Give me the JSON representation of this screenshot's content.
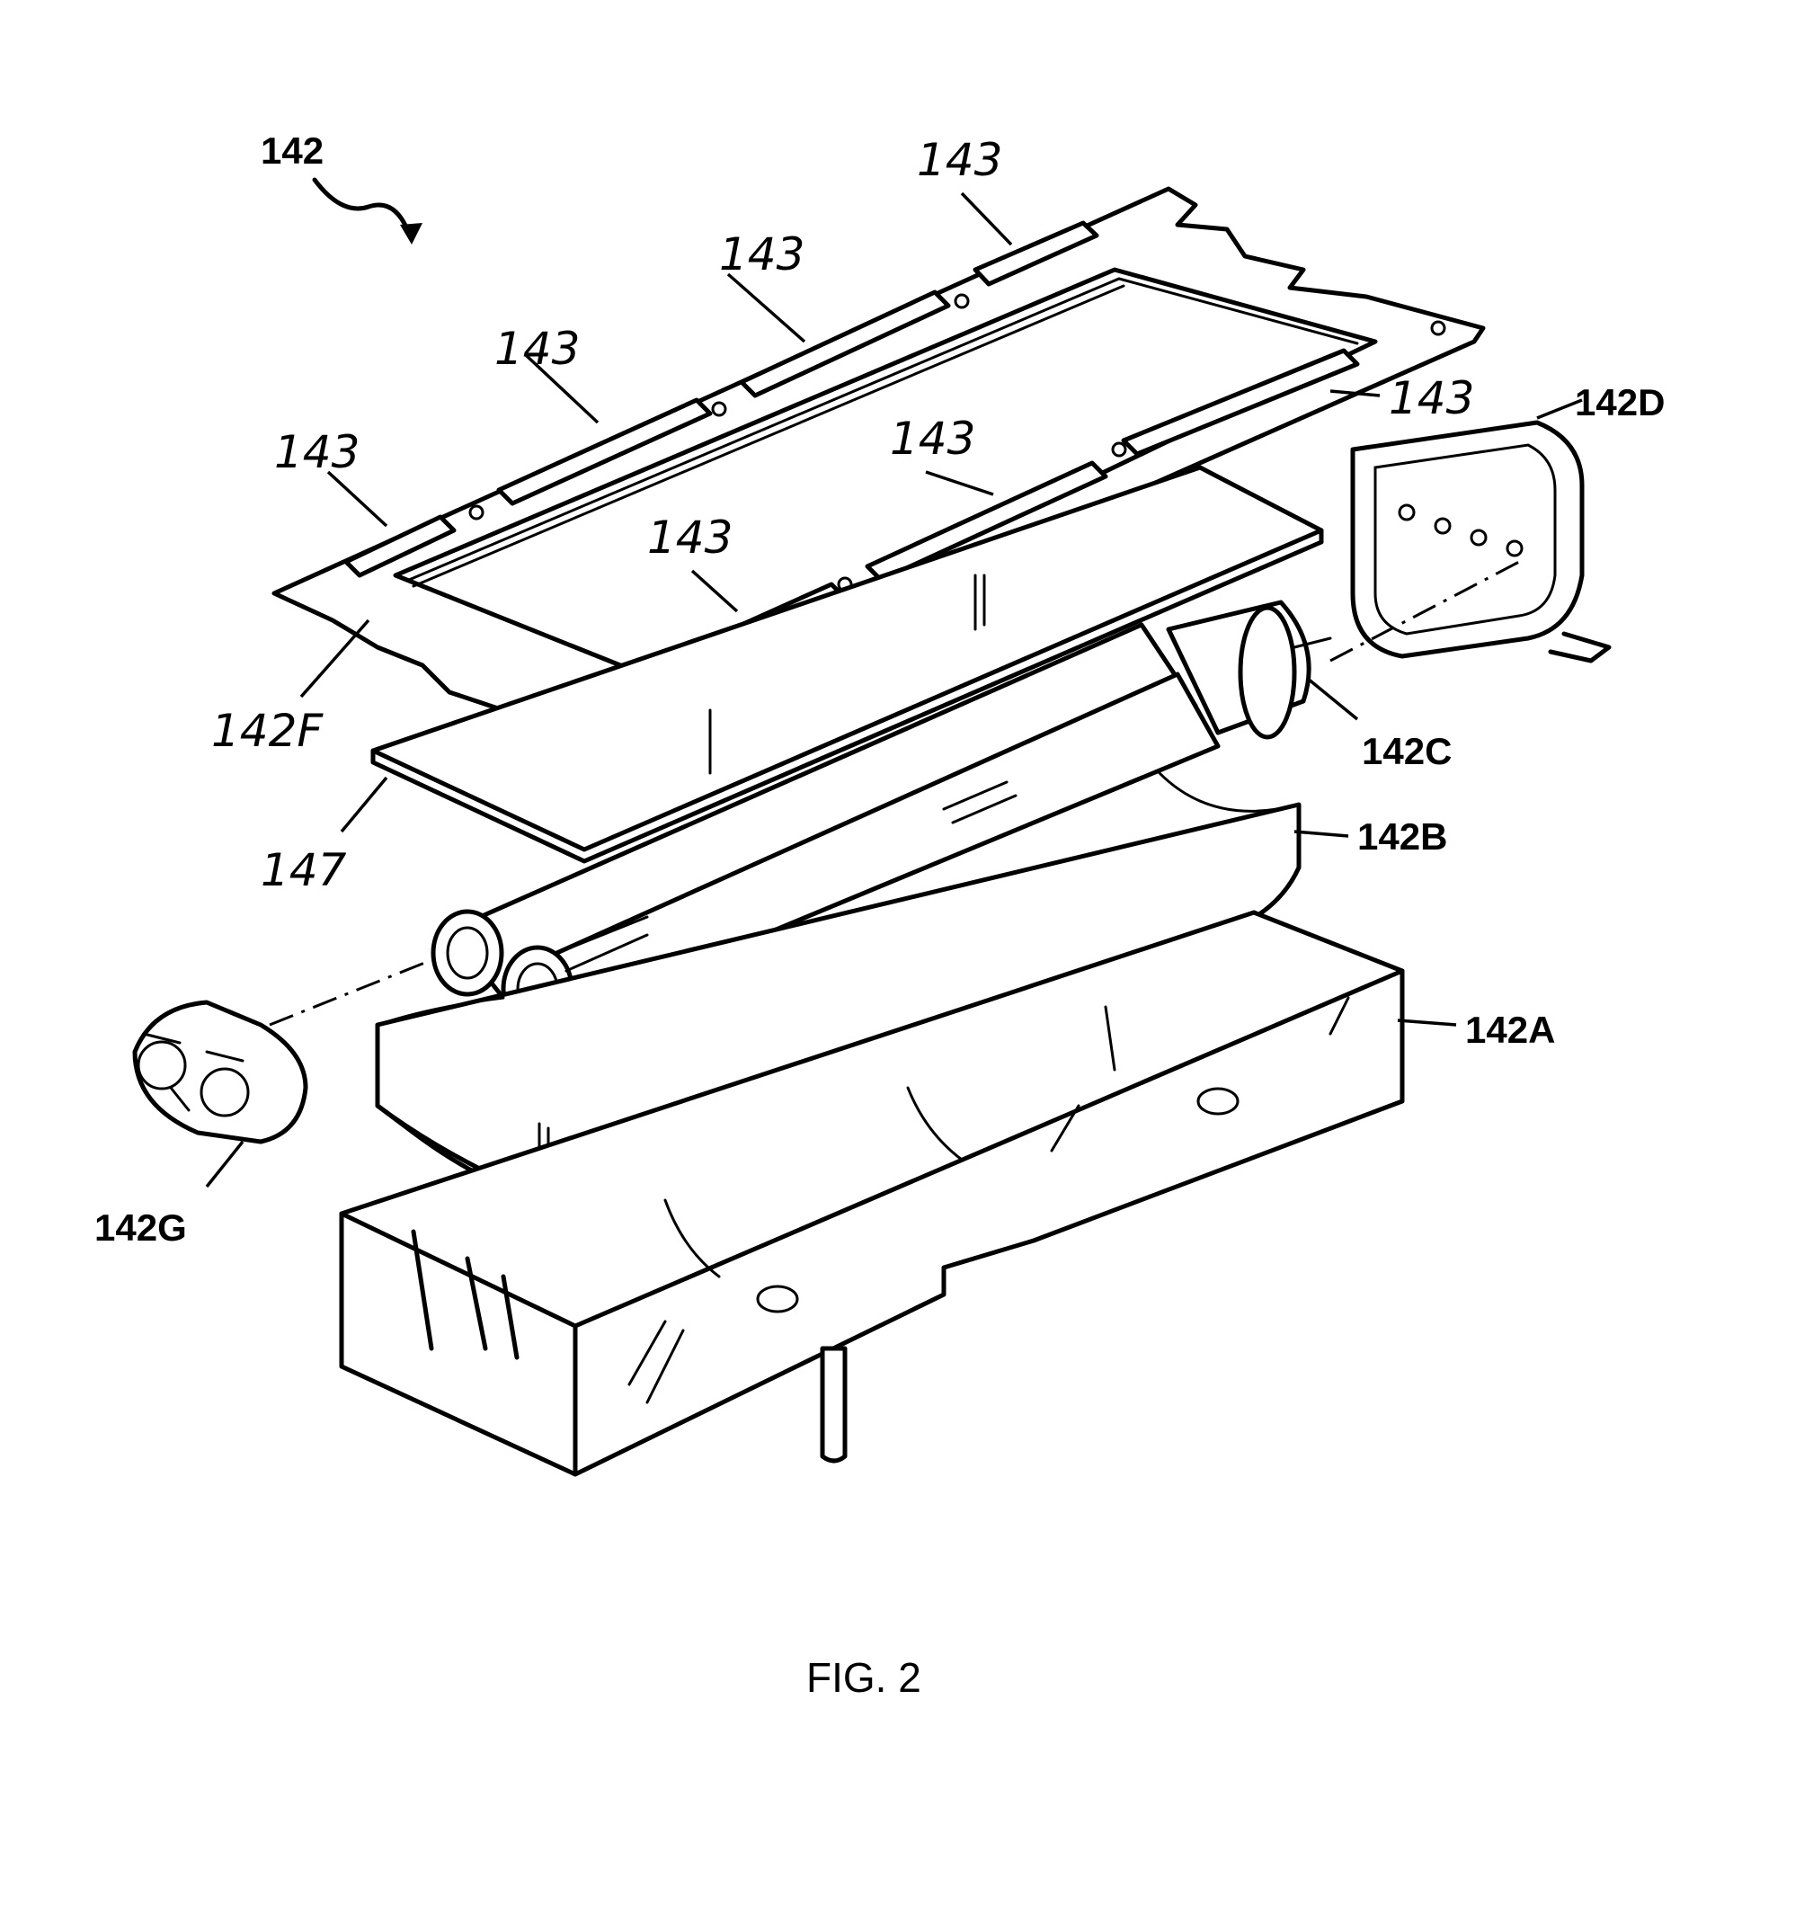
{
  "figure": {
    "caption": "FIG. 2",
    "assembly_ref": "142"
  },
  "labels": {
    "frame_tab_143_top": "143",
    "frame_tab_143_upper": "143",
    "frame_tab_143_mid": "143",
    "frame_tab_143_left": "143",
    "frame_tab_143_right": "143",
    "frame_tab_143_center": "143",
    "frame_tab_143_lower": "143",
    "end_cap_right": "142D",
    "frame": "142F",
    "lamp_tubes": "142C",
    "diffuser_plate": "147",
    "reflector": "142B",
    "housing": "142A",
    "end_cap_left": "142G"
  }
}
